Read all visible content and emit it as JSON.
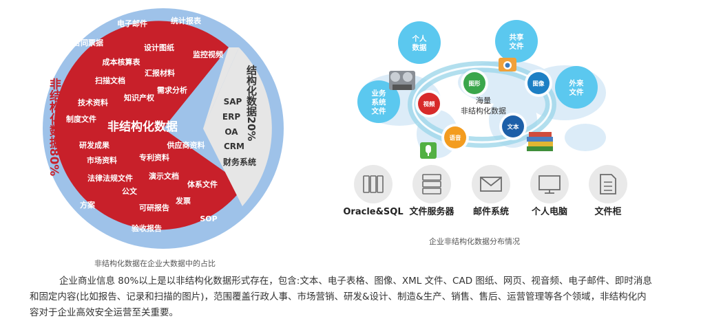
{
  "left": {
    "center_title": "非结构化数据",
    "outer_ring_label": "非结构化数据80%",
    "structured_label": "结构化数据20%",
    "structured_items": [
      "SAP",
      "ERP",
      "OA",
      "CRM",
      "财务系统"
    ],
    "ring_items": [
      "电子邮件",
      "统计报表",
      "合同票据",
      "方案",
      "SOP",
      "验收报告"
    ],
    "inner_items": [
      "设计图纸",
      "成本核算表",
      "监控视频",
      "汇报材料",
      "扫描文档",
      "需求分析",
      "技术资料",
      "知识产权",
      "制度文件",
      "研发成果",
      "供应商资料",
      "市场资料",
      "专利资料",
      "演示文档",
      "法律法规文件",
      "体系文件",
      "公文",
      "发票",
      "可研报告"
    ],
    "caption": "非结构化数据在企业大数据中的占比",
    "colors": {
      "outer_ring": "#9ec2e9",
      "core": "#c8202a",
      "structured": "#e6e6e6"
    }
  },
  "right": {
    "hub_label_line1": "海量",
    "hub_label_line2": "非结构化数据",
    "category_bubbles": [
      {
        "line1": "个人",
        "line2": "数据",
        "line3": ""
      },
      {
        "line1": "共享",
        "line2": "文件",
        "line3": ""
      },
      {
        "line1": "业务",
        "line2": "系统",
        "line3": "文件"
      },
      {
        "line1": "外来",
        "line2": "文件",
        "line3": ""
      }
    ],
    "orbit_nodes": [
      "图形",
      "图像",
      "视频",
      "文本",
      "语音"
    ],
    "sources": [
      {
        "label": "Oracle&SQL",
        "icon": "database-icon"
      },
      {
        "label": "文件服务器",
        "icon": "server-icon"
      },
      {
        "label": "邮件系统",
        "icon": "mail-icon"
      },
      {
        "label": "个人电脑",
        "icon": "monitor-icon"
      },
      {
        "label": "文件柜",
        "icon": "document-icon"
      }
    ],
    "caption": "企业非结构化数据分布情况",
    "colors": {
      "bubble": "#5bc8ef",
      "hub_ring": "#9fd7ea"
    }
  },
  "paragraph": "企业商业信息 80%以上是以非结构化数据形式存在，包含:文本、电子表格、图像、XML 文件、CAD 图纸、网页、视音频、电子邮件、即时消息\n和固定内容(比如报告、记录和扫描的图片)，范围覆盖行政人事、市场营销、研发&设计、制造&生产、销售、售后、运营管理等各个领域，非结构化内\n容对于企业高效安全运营至关重要。"
}
